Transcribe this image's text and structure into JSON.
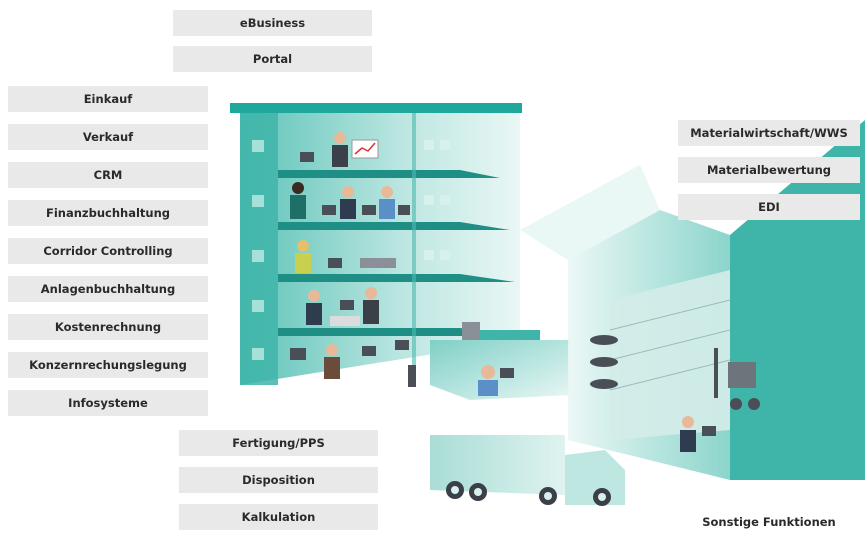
{
  "top_labels": [
    "eBusiness",
    "Portal"
  ],
  "left_labels": [
    "Einkauf",
    "Verkauf",
    "CRM",
    "Finanzbuchhaltung",
    "Corridor Controlling",
    "Anlagenbuchhaltung",
    "Kostenrechnung",
    "Konzernrechungslegung",
    "Infosysteme"
  ],
  "right_labels": [
    "Materialwirtschaft/WWS",
    "Materialbewertung",
    "EDI"
  ],
  "bottom_labels": [
    "Fertigung/PPS",
    "Disposition",
    "Kalkulation"
  ],
  "corner_label": "Sonstige Funktionen",
  "colors": {
    "teal": "#1fa89b",
    "teal_light": "#bfe7e2",
    "teal_pale": "#e4f5f3",
    "label_bg": "#e9e9e9"
  }
}
